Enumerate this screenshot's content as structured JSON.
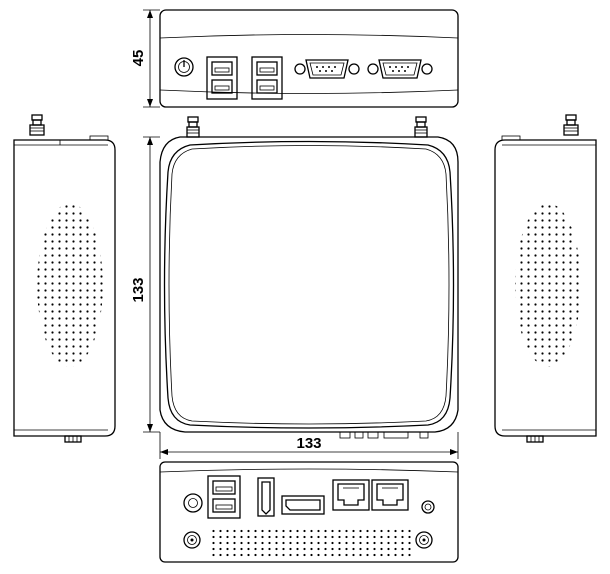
{
  "dimensions": {
    "height": "45",
    "depth": "133",
    "width": "133"
  }
}
